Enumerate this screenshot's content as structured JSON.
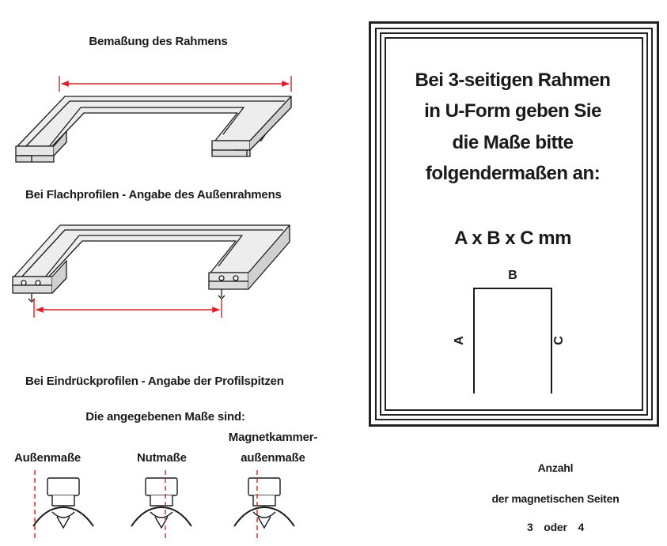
{
  "left": {
    "title_dimensions": "Bemaßung des Rahmens",
    "title_flat": "Bei Flachprofilen - Angabe des Außenrahmens",
    "title_press": "Bei Eindrückprofilen - Angabe der Profilspitzen",
    "title_given": "Die angegebenen Maße sind:",
    "profiles": {
      "outer": "Außenmaße",
      "groove": "Nutmaße",
      "magnet_line1": "Magnetkammer-",
      "magnet_line2": "außenmaße"
    }
  },
  "right": {
    "box_lines": [
      "Bei 3-seitigen Rahmen",
      "in U-Form geben Sie",
      "die Maße bitte",
      "folgendermaßen an:"
    ],
    "formula": "A x B x C mm",
    "labels": {
      "a": "A",
      "b": "B",
      "c": "C"
    },
    "count_title": "Anzahl",
    "count_subtitle": "der magnetischen Seiten",
    "count_options": "3 oder 4"
  },
  "colors": {
    "dimension_line": "#d9202a",
    "ink": "#1a1a1a",
    "frame_fill": "#e6e6e6"
  }
}
